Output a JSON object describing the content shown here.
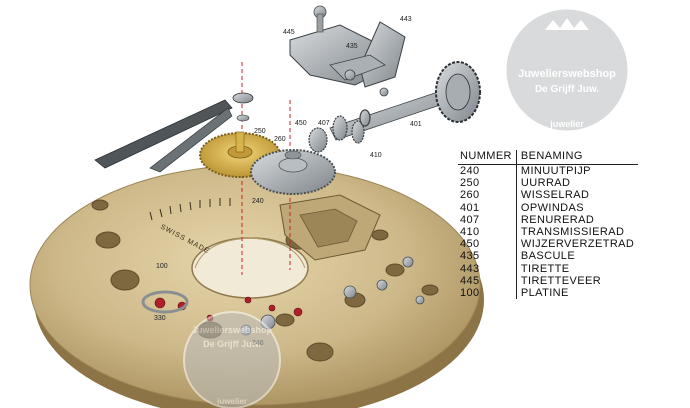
{
  "callouts": {
    "c443": "443",
    "c445": "445",
    "c435": "435",
    "c250": "250",
    "c260": "260",
    "c450": "450",
    "c407": "407",
    "c410": "410",
    "c401": "401",
    "c240": "240",
    "c100": "100",
    "c330": "330",
    "c346": "346"
  },
  "plate_marking": "SWISS MADE",
  "watermark": {
    "line1": "Juwelierswebshop",
    "line2": "De Grijff Juw.",
    "line3": "juwelier"
  },
  "legend": {
    "header": {
      "number": "NUMMER",
      "name": "BENAMING"
    },
    "rows": [
      {
        "number": "240",
        "name": "MINUUTPIJP"
      },
      {
        "number": "250",
        "name": "UURRAD"
      },
      {
        "number": "260",
        "name": "WISSELRAD"
      },
      {
        "number": "401",
        "name": "OPWINDAS"
      },
      {
        "number": "407",
        "name": "RENURERAD"
      },
      {
        "number": "410",
        "name": "TRANSMISSIERAD"
      },
      {
        "number": "450",
        "name": "WIJZERVERZETRAD"
      },
      {
        "number": "435",
        "name": "BASCULE"
      },
      {
        "number": "443",
        "name": "TIRETTE"
      },
      {
        "number": "445",
        "name": "TIRETTEVEER"
      },
      {
        "number": "100",
        "name": "PLATINE"
      }
    ]
  },
  "colors": {
    "plate": "#cdb889",
    "gold_gear": "#d8b24a",
    "steel": "#9aa0a4",
    "jewel": "#b0202a",
    "axis_line": "#cc2222"
  }
}
